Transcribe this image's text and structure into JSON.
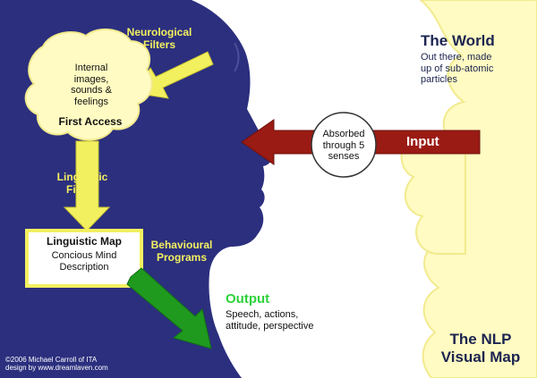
{
  "colors": {
    "head": "#2b2f7e",
    "cloud": "#fffbc2",
    "cloud_edge": "#f2ea8e",
    "arrow_yellow": "#f3f060",
    "arrow_yellow_edge": "#c9c430",
    "arrow_red": "#9a1a14",
    "arrow_green": "#1f9a1f",
    "output_green": "#2dd23a",
    "box_border": "#f3f060"
  },
  "labels": {
    "neurological_filters_1": "Neurological",
    "neurological_filters_2": "Filters",
    "internal_1": "Internal",
    "internal_2": "images,",
    "internal_3": "sounds &",
    "internal_4": "feelings",
    "first_access": "First Access",
    "linguistic_filters_1": "Linguistic",
    "linguistic_filters_2": "Filters",
    "linguistic_map_title": "Linguistic Map",
    "linguistic_map_1": "Concious Mind",
    "linguistic_map_2": "Description",
    "behavioural_1": "Behavioural",
    "behavioural_2": "Programs",
    "absorbed_1": "Absorbed",
    "absorbed_2": "through 5",
    "absorbed_3": "senses",
    "input": "Input",
    "world_title": "The World",
    "world_1": "Out there, made",
    "world_2": "up of sub-atomic",
    "world_3": "particles",
    "output_title": "Output",
    "output_1": "Speech, actions,",
    "output_2": "attitude, perspective",
    "nlp_title_1": "The NLP",
    "nlp_title_2": "Visual Map",
    "copyright_1": "©2006 Michael Carroll of ITA",
    "copyright_2": "design by www.dreamlaven.com"
  }
}
